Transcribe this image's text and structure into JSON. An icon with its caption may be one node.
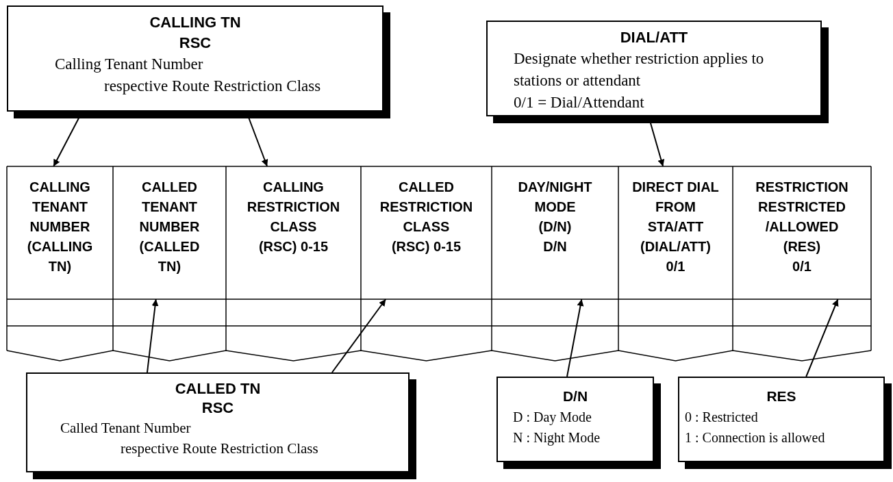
{
  "diagram": {
    "nodes": [
      {
        "text": [
          "CALLING TN RSC",
          "Calling Tenant Number",
          "respective Route Restriction Class"
        ]
      },
      {
        "text": [
          "DIAL/ATT",
          "Designate whether restriction applies to stations or attendant",
          "0/1 = Dial/Attendant"
        ]
      },
      {
        "text": [
          "CALLING TENANT NUMBER",
          "(CALLING TN)"
        ]
      },
      {
        "text": [
          "CALLED TENANT NUMBER",
          "(CALLED TN)"
        ]
      },
      {
        "text": [
          "CALLING RESTRICTION CLASS",
          "(RSC) 0-15"
        ]
      },
      {
        "text": [
          "CALLED RESTRICTION CLASS",
          "(RSC) 0-15"
        ]
      },
      {
        "text": [
          "DAY/NIGHT MODE",
          "(D/N)",
          "D/N"
        ]
      },
      {
        "text": [
          "DIRECT DIAL FROM STA/ATT",
          "(DIAL/ATT)",
          "0/1"
        ]
      },
      {
        "text": [
          "RESTRICTION RESTRICTED /ALLOWED",
          "(RES)",
          "0/1"
        ]
      },
      {
        "text": [
          "CALLED TN RSC",
          "Called Tenant Number",
          "respective Route Restriction Class"
        ]
      },
      {
        "text": [
          "D/N",
          "D : Day Mode",
          "N : Night Mode"
        ]
      },
      {
        "text": [
          "RES",
          "0 : Restricted",
          "1 : Connection is allowed"
        ]
      }
    ],
    "edges": [
      {
        "from": 0,
        "to": 2,
        "arrow": "to"
      },
      {
        "from": 0,
        "to": 4,
        "arrow": "to"
      },
      {
        "from": 1,
        "to": 7,
        "arrow": "to"
      },
      {
        "from": 9,
        "to": 3,
        "arrow": "to"
      },
      {
        "from": 9,
        "to": 5,
        "arrow": "to"
      },
      {
        "from": 10,
        "to": 6,
        "arrow": "to"
      },
      {
        "from": 11,
        "to": 8,
        "arrow": "to"
      }
    ]
  }
}
